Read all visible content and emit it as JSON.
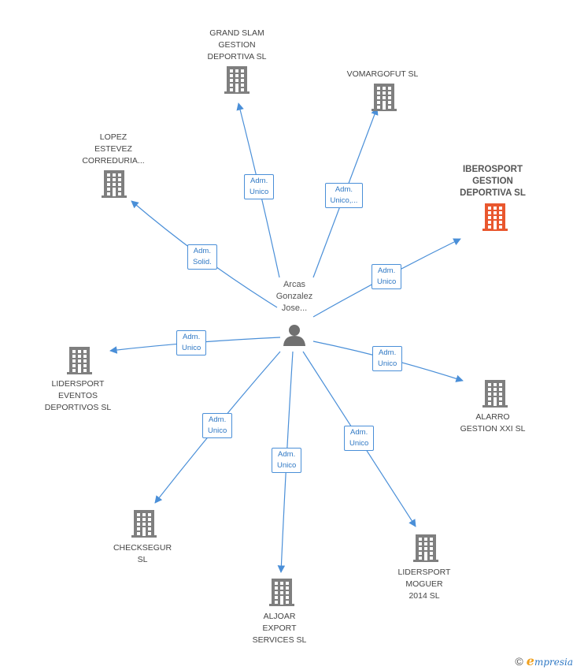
{
  "colors": {
    "edge": "#4a8fd8",
    "company": "#7f7f7f",
    "highlight": "#e9572e",
    "person": "#707070"
  },
  "person": {
    "name": "Arcas\nGonzalez\nJose...",
    "icon": "person-icon"
  },
  "companies": [
    {
      "id": "grand-slam",
      "name": "GRAND SLAM\nGESTION\nDEPORTIVA SL",
      "role": "Adm.\nUnico",
      "highlight": false
    },
    {
      "id": "vomargofut",
      "name": "VOMARGOFUT SL",
      "role": "Adm.\nUnico,...",
      "highlight": false
    },
    {
      "id": "lopez-estevez",
      "name": "LOPEZ\nESTEVEZ\nCORREDURIA...",
      "role": "Adm.\nSolid.",
      "highlight": false
    },
    {
      "id": "iberosport",
      "name": "IBEROSPORT\nGESTION\nDEPORTIVA SL",
      "role": "Adm.\nUnico",
      "highlight": true
    },
    {
      "id": "lidersport-eventos",
      "name": "LIDERSPORT\nEVENTOS\nDEPORTIVOS SL",
      "role": "Adm.\nUnico",
      "highlight": false
    },
    {
      "id": "alarro",
      "name": "ALARRO\nGESTION XXI SL",
      "role": "Adm.\nUnico",
      "highlight": false
    },
    {
      "id": "checksegur",
      "name": "CHECKSEGUR\nSL",
      "role": "Adm.\nUnico",
      "highlight": false
    },
    {
      "id": "aljoar",
      "name": "ALJOAR\nEXPORT\nSERVICES SL",
      "role": "Adm.\nUnico",
      "highlight": false
    },
    {
      "id": "lidersport-moguer",
      "name": "LIDERSPORT\nMOGUER\n2014  SL",
      "role": "Adm.\nUnico",
      "highlight": false
    }
  ],
  "footer": {
    "copyright": "©",
    "brand_e": "e",
    "brand_rest": "mpresia"
  }
}
